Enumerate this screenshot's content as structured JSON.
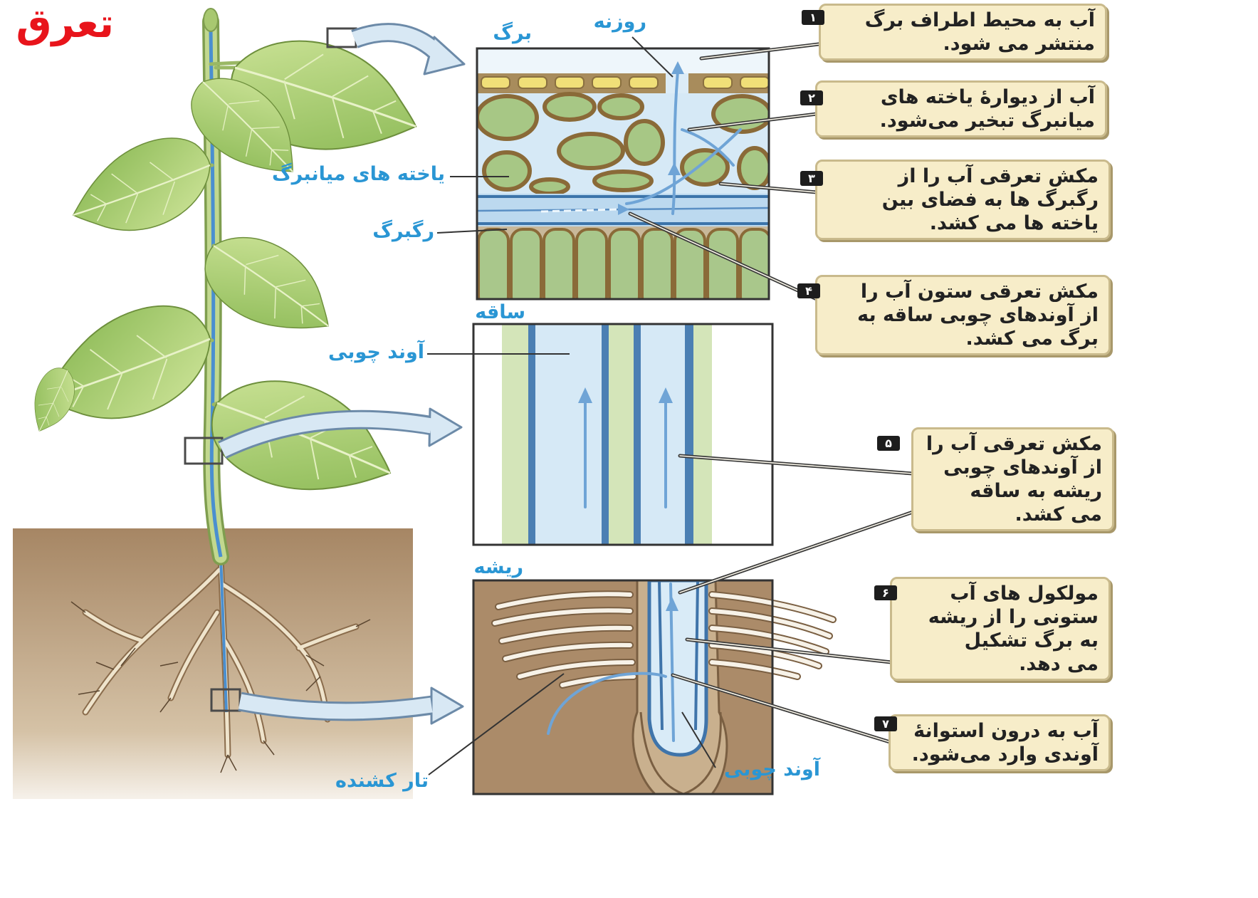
{
  "title": "تعرق",
  "panels": {
    "leaf": {
      "label": "برگ"
    },
    "stem": {
      "label": "ساقه"
    },
    "root": {
      "label": "ریشه"
    }
  },
  "labels": {
    "stoma": "روزنه",
    "mesophyll_cells": "یاخته های میانبرگ",
    "leaf_vein": "رگبرگ",
    "stem_xylem": "آوند چوبی",
    "root_hair": "تار کشنده",
    "root_xylem": "آوند چوبی"
  },
  "steps": [
    {
      "number": "۱",
      "lines": [
        "آب به محیط اطراف برگ",
        "منتشر می شود."
      ]
    },
    {
      "number": "۲",
      "lines": [
        "آب از دیوارهٔ یاخته های",
        "میانبرگ تبخیر می‌شود."
      ]
    },
    {
      "number": "۳",
      "lines": [
        "مکش تعرقی آب را از",
        "رگبرگ ها به فضای بین",
        "یاخته ها می کشد."
      ]
    },
    {
      "number": "۴",
      "lines": [
        "مکش تعرقی ستون آب را",
        "از آوندهای چوبی ساقه به",
        "برگ می کشد."
      ]
    },
    {
      "number": "۵",
      "lines": [
        "مکش تعرقی آب را",
        "از آوندهای چوبی",
        "ریشه به ساقه",
        "می کشد."
      ]
    },
    {
      "number": "۶",
      "lines": [
        "مولکول های آب",
        "ستونی را از ریشه",
        "به برگ تشکیل",
        "می دهد."
      ]
    },
    {
      "number": "۷",
      "lines": [
        "آب به درون استوانهٔ",
        "آوندی وارد می‌شود."
      ]
    }
  ],
  "colors": {
    "title": "#e8141b",
    "label": "#2a96d4",
    "step_box_fill": "#f7edc9",
    "step_box_border": "#c9ba8c",
    "water_blue": "#4a8fd0",
    "leaf_green": "#9cc46a",
    "soil_brown": "#a98a66"
  }
}
